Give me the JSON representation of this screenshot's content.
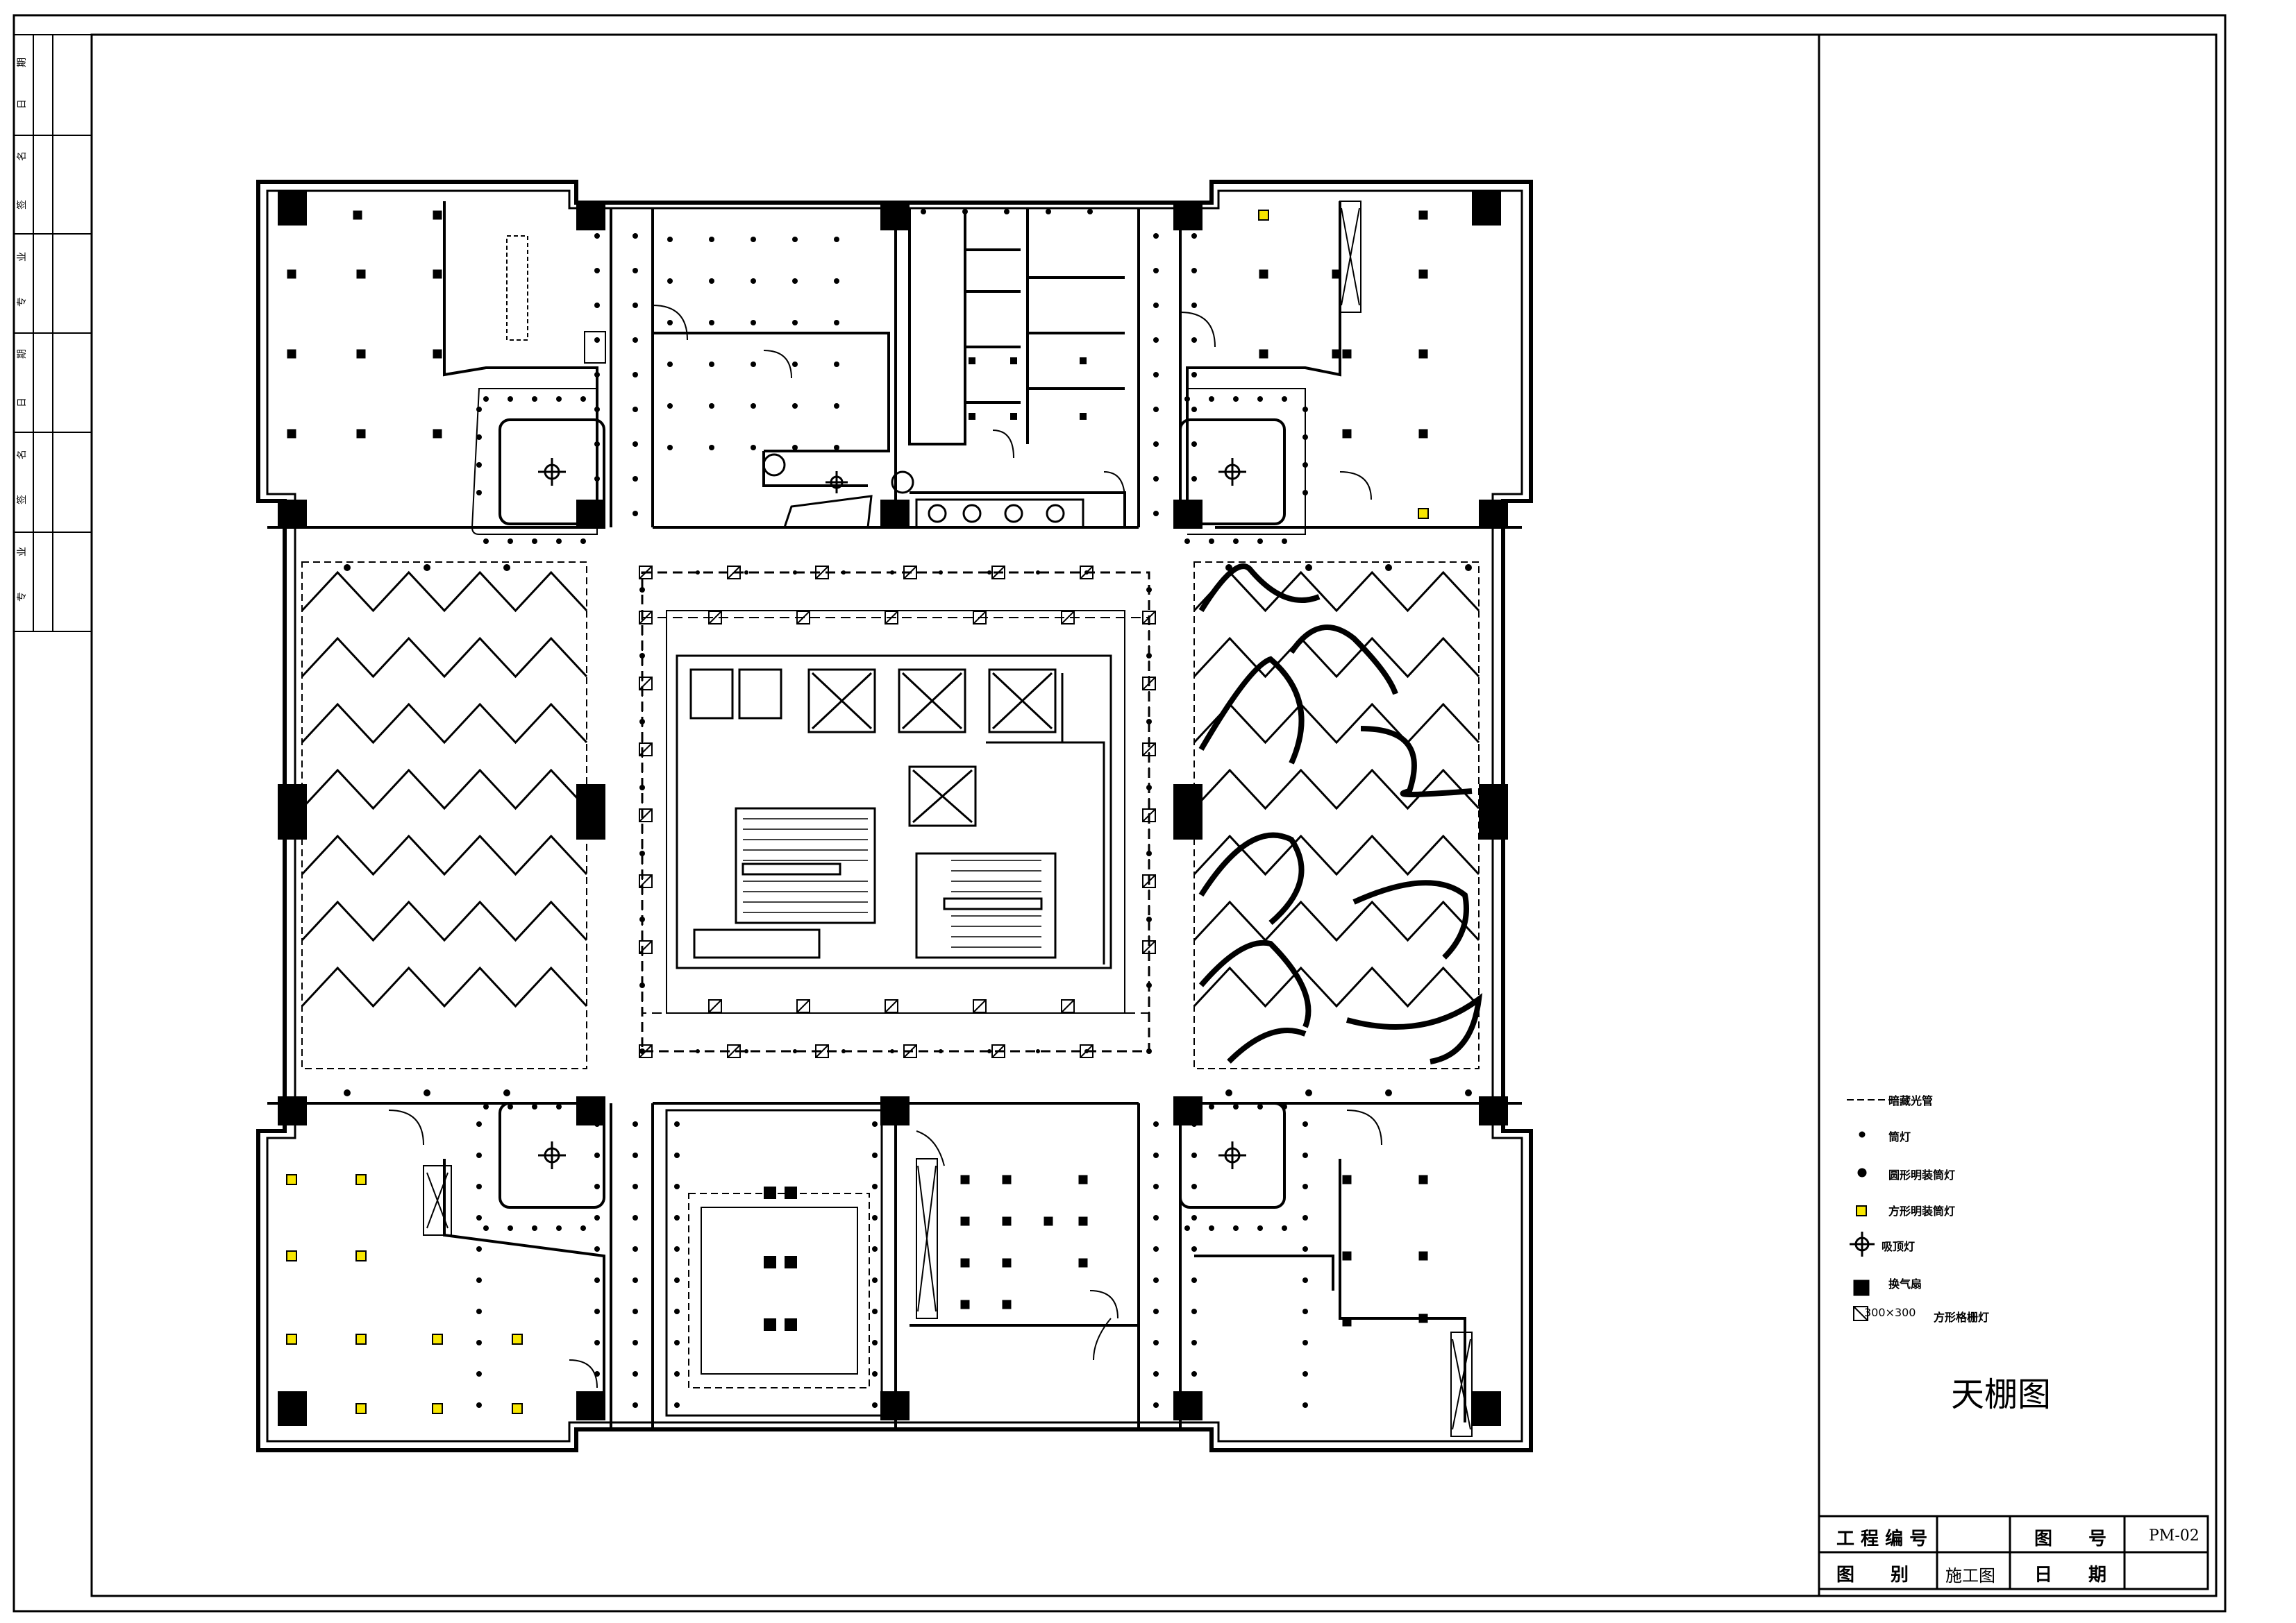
{
  "sidebar": {
    "labels": [
      "期",
      "日",
      "名",
      "签",
      "业",
      "专",
      "期",
      "日",
      "名",
      "签",
      "业",
      "专"
    ]
  },
  "legend": {
    "items": [
      {
        "icon": "dashed-line-icon",
        "label": "暗藏光管"
      },
      {
        "icon": "small-dot-icon",
        "label": "筒灯"
      },
      {
        "icon": "round-dot-icon",
        "label": "圆形明装筒灯"
      },
      {
        "icon": "yellow-square-icon",
        "label": "方形明装筒灯"
      },
      {
        "icon": "crosshair-icon",
        "label": "吸顶灯"
      },
      {
        "icon": "black-square-icon",
        "label": "换气扇"
      },
      {
        "icon": "hatched-square-icon",
        "label": "方形格栅灯",
        "size": "300×300"
      }
    ]
  },
  "drawing_title": "天棚图",
  "title_block": {
    "project_no_label": "工 程 编 号",
    "project_no_value": "",
    "drawing_no_label": "图　　号",
    "drawing_no_value": "PM-02",
    "category_label": "图　　别",
    "category_value": "施工图",
    "date_label": "日　　期",
    "date_value": ""
  },
  "colors": {
    "ink": "#000000",
    "accent_square": "#f7e600"
  }
}
